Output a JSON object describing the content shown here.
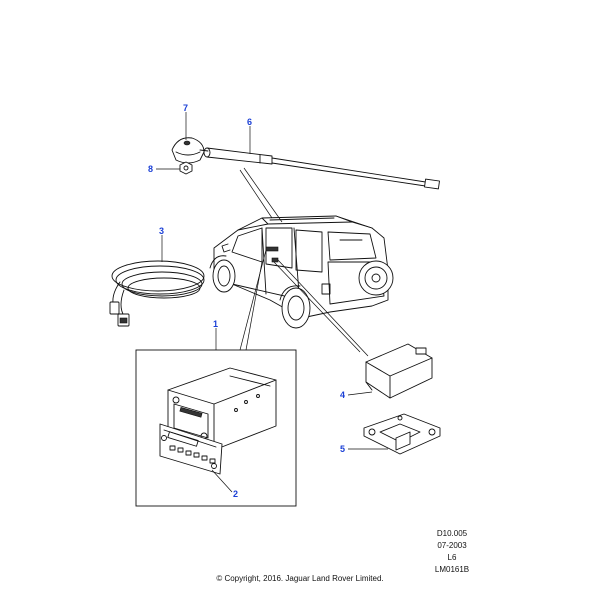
{
  "callouts": {
    "c1": "1",
    "c2": "2",
    "c3": "3",
    "c4": "4",
    "c5": "5",
    "c6": "6",
    "c7": "7",
    "c8": "8"
  },
  "reference": {
    "code": "D10.005",
    "date": "07-2003",
    "level": "L6",
    "drawing": "LM0161B"
  },
  "copyright": "© Copyright, 2016. Jaguar Land Rover Limited.",
  "colors": {
    "callout": "#1a3fd6",
    "line": "#111111"
  }
}
